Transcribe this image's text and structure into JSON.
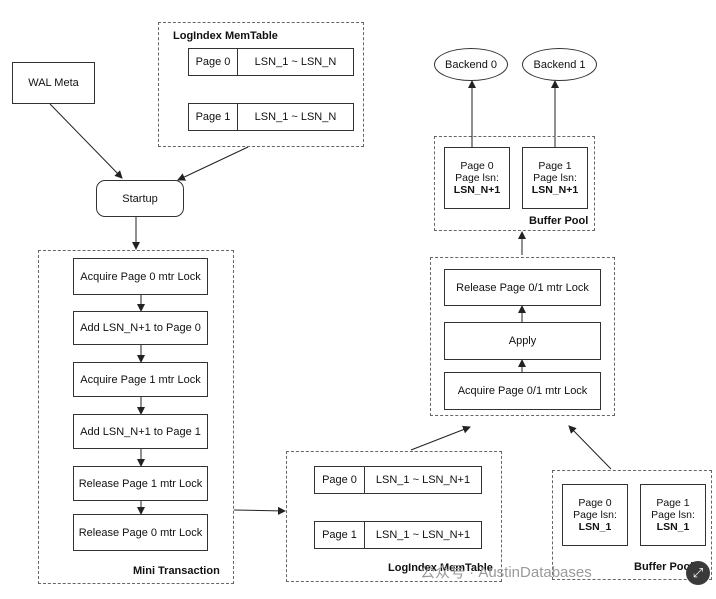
{
  "wal_meta": "WAL Meta",
  "startup": "Startup",
  "logindex_top": {
    "title": "LogIndex MemTable",
    "rows": [
      {
        "page": "Page 0",
        "range": "LSN_1 ~ LSN_N"
      },
      {
        "page": "Page 1",
        "range": "LSN_1 ~ LSN_N"
      }
    ]
  },
  "mini_transaction": {
    "title": "Mini Transaction",
    "steps": [
      "Acquire Page 0 mtr Lock",
      "Add LSN_N+1 to Page 0",
      "Acquire Page 1 mtr Lock",
      "Add LSN_N+1 to Page 1",
      "Release Page 1 mtr Lock",
      "Release Page 0 mtr Lock"
    ]
  },
  "logindex_bottom": {
    "title": "LogIndex MemTable",
    "rows": [
      {
        "page": "Page 0",
        "range": "LSN_1 ~ LSN_N+1"
      },
      {
        "page": "Page 1",
        "range": "LSN_1 ~ LSN_N+1"
      }
    ]
  },
  "backends": [
    "Backend 0",
    "Backend 1"
  ],
  "buffer_pool_top": {
    "title": "Buffer Pool",
    "pages": [
      {
        "name": "Page 0",
        "lsn_label": "Page lsn:",
        "lsn": "LSN_N+1"
      },
      {
        "name": "Page 1",
        "lsn_label": "Page lsn:",
        "lsn": "LSN_N+1"
      }
    ]
  },
  "apply_group": [
    "Release Page 0/1 mtr Lock",
    "Apply",
    "Acquire Page 0/1 mtr Lock"
  ],
  "buffer_pool_bottom": {
    "title": "Buffer Pool",
    "pages": [
      {
        "name": "Page 0",
        "lsn_label": "Page lsn:",
        "lsn": "LSN_1"
      },
      {
        "name": "Page 1",
        "lsn_label": "Page lsn:",
        "lsn": "LSN_1"
      }
    ]
  },
  "watermark": "公众号 · AustinDatabases"
}
